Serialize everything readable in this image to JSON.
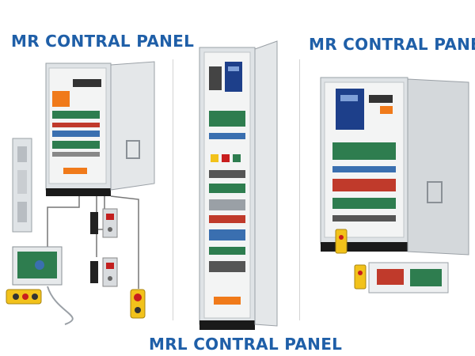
{
  "titles": {
    "left": "MR CONTRAL PANEL",
    "right": "MR CONTRAL PANEL",
    "bottom": "MRL CONTRAL PANEL"
  },
  "colors": {
    "title_blue": "#1f5fa8",
    "cabinet_gray": "#dfe3e6",
    "cabinet_edge": "#9aa0a6",
    "inverter_blue": "#1d3f8a",
    "orange_device": "#f07a1a",
    "green_board": "#2e7d4f",
    "base_black": "#1a1a1a"
  },
  "icons": [
    "display-panel-icon",
    "emergency-button-icon",
    "inspection-box-icon"
  ]
}
